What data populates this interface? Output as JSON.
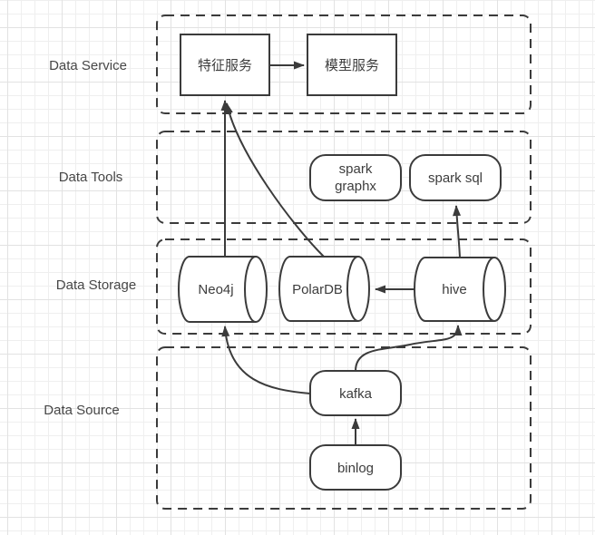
{
  "diagram": {
    "layers": [
      {
        "name": "data-service",
        "label": "Data Service"
      },
      {
        "name": "data-tools",
        "label": "Data Tools"
      },
      {
        "name": "data-storage",
        "label": "Data Storage"
      },
      {
        "name": "data-source",
        "label": "Data Source"
      }
    ],
    "nodes": {
      "feature_service": {
        "label": "特征服务",
        "shape": "rectangle",
        "layer": "Data Service"
      },
      "model_service": {
        "label": "模型服务",
        "shape": "rectangle",
        "layer": "Data Service"
      },
      "spark_graphx": {
        "label": "spark graphx",
        "label_line1": "spark",
        "label_line2": "graphx",
        "shape": "rounded",
        "layer": "Data Tools"
      },
      "spark_sql": {
        "label": "spark sql",
        "shape": "rounded",
        "layer": "Data Tools"
      },
      "neo4j": {
        "label": "Neo4j",
        "shape": "cylinder",
        "layer": "Data Storage"
      },
      "polardb": {
        "label": "PolarDB",
        "shape": "cylinder",
        "layer": "Data Storage"
      },
      "hive": {
        "label": "hive",
        "shape": "cylinder",
        "layer": "Data Storage"
      },
      "kafka": {
        "label": "kafka",
        "shape": "rounded",
        "layer": "Data Source"
      },
      "binlog": {
        "label": "binlog",
        "shape": "rounded",
        "layer": "Data Source"
      }
    },
    "edges": [
      {
        "from": "feature_service",
        "to": "model_service"
      },
      {
        "from": "neo4j",
        "to": "feature_service"
      },
      {
        "from": "polardb",
        "to": "feature_service"
      },
      {
        "from": "hive",
        "to": "spark_sql"
      },
      {
        "from": "hive",
        "to": "polardb"
      },
      {
        "from": "kafka",
        "to": "neo4j"
      },
      {
        "from": "kafka",
        "to": "hive"
      },
      {
        "from": "binlog",
        "to": "kafka"
      }
    ],
    "colors": {
      "stroke": "#3b3b3b",
      "text": "#3d3d3d",
      "background": "#ffffff",
      "grid_minor": "#efefef",
      "grid_major": "#e2e2e2"
    }
  }
}
